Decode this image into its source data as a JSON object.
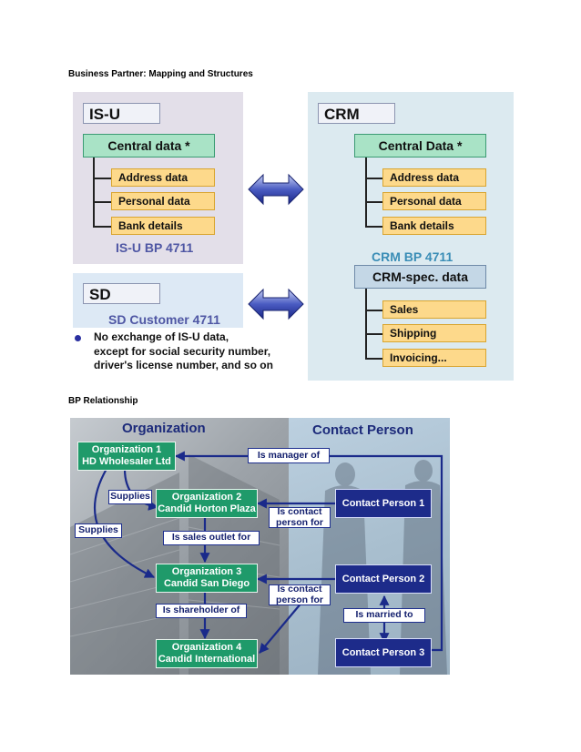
{
  "headings": {
    "mapping": "Business Partner: Mapping and Structures",
    "relationship": "BP Relationship"
  },
  "figure1": {
    "isu": {
      "title": "IS-U",
      "central": "Central data *",
      "items": [
        "Address data",
        "Personal data",
        "Bank details"
      ],
      "bp_label": "IS-U BP 4711"
    },
    "sd": {
      "title": "SD",
      "customer_label": "SD Customer 4711"
    },
    "note_lines": [
      "No exchange of IS-U data,",
      "except for social security number,",
      "driver's license number, and so on"
    ],
    "crm": {
      "title": "CRM",
      "central": "Central Data *",
      "items": [
        "Address data",
        "Personal data",
        "Bank details"
      ],
      "bp_label": "CRM BP 4711",
      "spec_title": "CRM-spec. data",
      "spec_items": [
        "Sales",
        "Shipping",
        "Invoicing..."
      ]
    }
  },
  "figure2": {
    "col_titles": {
      "organization": "Organization",
      "contact": "Contact Person"
    },
    "orgs": [
      {
        "line1": "Organization 1",
        "line2": "HD Wholesaler Ltd"
      },
      {
        "line1": "Organization 2",
        "line2": "Candid Horton Plaza"
      },
      {
        "line1": "Organization 3",
        "line2": "Candid San Diego"
      },
      {
        "line1": "Organization 4",
        "line2": "Candid International"
      }
    ],
    "contacts": [
      "Contact Person 1",
      "Contact Person 2",
      "Contact Person 3"
    ],
    "relations": {
      "manager": "Is manager of",
      "supplies_1": "Supplies",
      "supplies_2": "Supplies",
      "contact_1_line1": "Is contact",
      "contact_1_line2": "person for",
      "sales_outlet": "Is sales outlet for",
      "contact_2_line1": "Is contact",
      "contact_2_line2": "person for",
      "shareholder": "Is shareholder of",
      "married": "Is married to"
    }
  }
}
